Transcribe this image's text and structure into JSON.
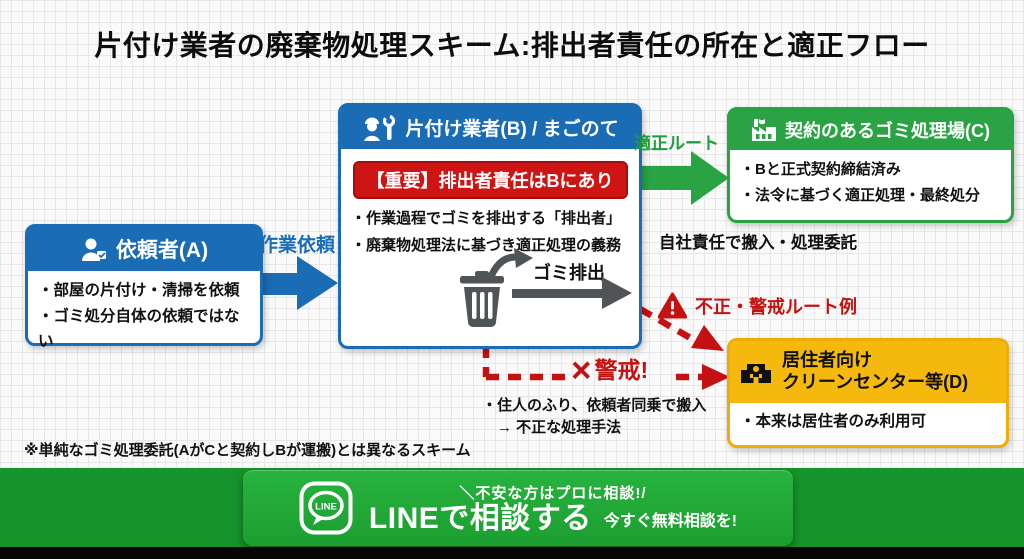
{
  "title": "片付け業者の廃棄物処理スキーム:排出者責任の所在と適正フロー",
  "colors": {
    "blue": "#1a6cb5",
    "green": "#2aa344",
    "red": "#cf1414",
    "yellow": "#f5b80c",
    "gray": "#4f5457",
    "line_green": "#1c9e31"
  },
  "box_a": {
    "title": "依頼者(A)",
    "bullets": [
      "・部屋の片付け・清掃を依頼",
      "・ゴミ処分自体の依頼ではない"
    ]
  },
  "arrow_work": {
    "label": "作業依頼"
  },
  "box_b": {
    "title": "片付け業者(B) / まごのて",
    "badge": "【重要】排出者責任はBにあり",
    "bullets": [
      "・作業過程でゴミを排出する「排出者」",
      "・廃棄物処理法に基づき適正処理の義務"
    ],
    "waste_label": "ゴミ排出"
  },
  "arrow_proper": {
    "label": "適正ルート"
  },
  "box_c": {
    "title": "契約のあるゴミ処理場(C)",
    "bullets": [
      "・Bと正式契約締結済み",
      "・法令に基づく適正処理・最終処分"
    ]
  },
  "self_resp_note": "自社責任で搬入・処理委託",
  "warning": {
    "route_label": "不正・警戒ルート例",
    "x_mark": "×",
    "caution_label": "警戒!",
    "bullets": [
      "・住人のふり、依頼者同乗で搬入",
      "→ 不正な処理手法"
    ]
  },
  "box_d": {
    "title_line1": "居住者向け",
    "title_line2": "クリーンセンター等(D)",
    "bullets": [
      "・本来は居住者のみ利用可"
    ]
  },
  "footnote": "※単純なゴミ処理委託(AがCと契約しBが運搬)とは異なるスキーム",
  "banner": {
    "tagline": "＼不安な方はプロに相談!/",
    "cta": "LINEで相談する",
    "sub": "今すぐ無料相談を!",
    "line_label": "LINE"
  }
}
